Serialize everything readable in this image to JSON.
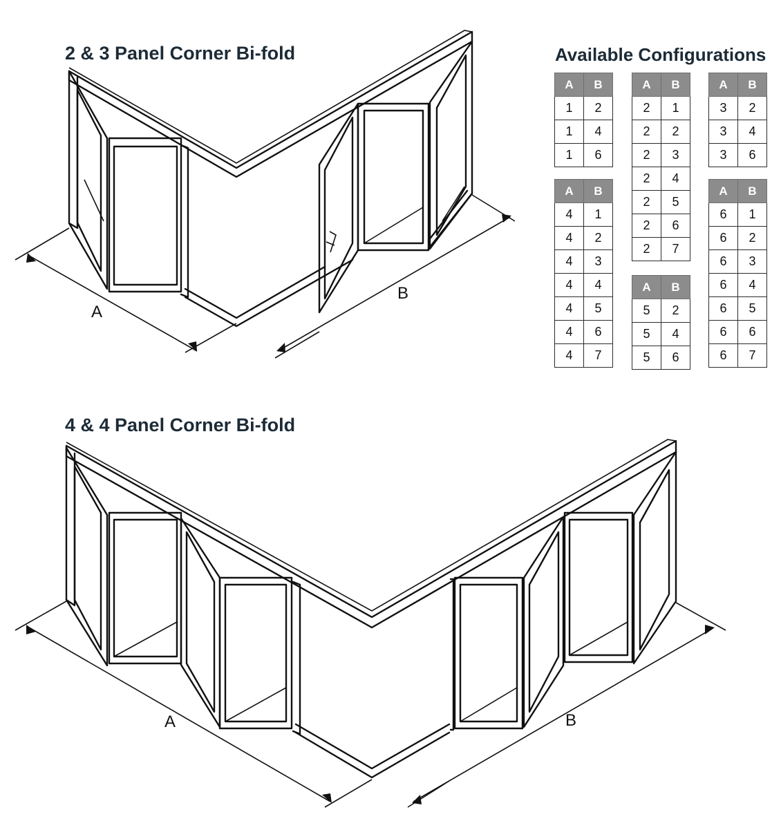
{
  "headings": {
    "section1": "2 & 3 Panel Corner Bi-fold",
    "section2": "4 & 4 Panel Corner Bi-fold",
    "configs": "Available Configurations"
  },
  "diagram1": {
    "label_a": "A",
    "label_b": "B"
  },
  "diagram2": {
    "label_a": "A",
    "label_b": "B"
  },
  "configurations": [
    {
      "header": [
        "A",
        "B"
      ],
      "rows": [
        [
          "1",
          "2"
        ],
        [
          "1",
          "4"
        ],
        [
          "1",
          "6"
        ]
      ]
    },
    {
      "header": [
        "A",
        "B"
      ],
      "rows": [
        [
          "2",
          "1"
        ],
        [
          "2",
          "2"
        ],
        [
          "2",
          "3"
        ],
        [
          "2",
          "4"
        ],
        [
          "2",
          "5"
        ],
        [
          "2",
          "6"
        ],
        [
          "2",
          "7"
        ]
      ]
    },
    {
      "header": [
        "A",
        "B"
      ],
      "rows": [
        [
          "3",
          "2"
        ],
        [
          "3",
          "4"
        ],
        [
          "3",
          "6"
        ]
      ]
    },
    {
      "header": [
        "A",
        "B"
      ],
      "rows": [
        [
          "4",
          "1"
        ],
        [
          "4",
          "2"
        ],
        [
          "4",
          "3"
        ],
        [
          "4",
          "4"
        ],
        [
          "4",
          "5"
        ],
        [
          "4",
          "6"
        ],
        [
          "4",
          "7"
        ]
      ]
    },
    {
      "header": [
        "A",
        "B"
      ],
      "rows": [
        [
          "5",
          "2"
        ],
        [
          "5",
          "4"
        ],
        [
          "5",
          "6"
        ]
      ]
    },
    {
      "header": [
        "A",
        "B"
      ],
      "rows": [
        [
          "6",
          "1"
        ],
        [
          "6",
          "2"
        ],
        [
          "6",
          "3"
        ],
        [
          "6",
          "4"
        ],
        [
          "6",
          "5"
        ],
        [
          "6",
          "6"
        ],
        [
          "6",
          "7"
        ]
      ]
    }
  ]
}
